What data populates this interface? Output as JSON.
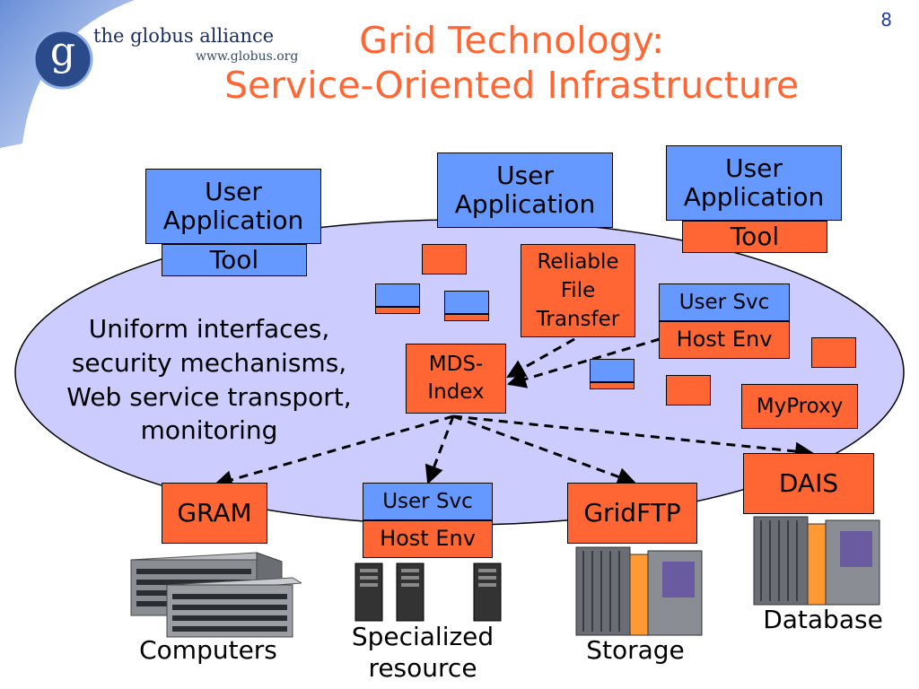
{
  "slide_number": "8",
  "logo": {
    "text": "the globus alliance",
    "url": "www.globus.org",
    "letter": "g"
  },
  "title": {
    "line1": "Grid Technology:",
    "line2": "Service-Oriented Infrastructure"
  },
  "colors": {
    "title": "#ff6633",
    "box_blue": "#6699ff",
    "box_orange": "#ff6633",
    "ellipse": "#ccccff"
  },
  "ellipse_text": {
    "lines": [
      "Uniform interfaces,",
      "security mechanisms,",
      "Web service transport,",
      "monitoring"
    ]
  },
  "boxes": {
    "user_app_left": "User Application",
    "tool_left": "Tool",
    "user_app_middle": "User Application",
    "user_app_right": "User Application",
    "tool_right": "Tool",
    "reliable_file_transfer": "Reliable File Transfer",
    "user_svc_top": "User Svc",
    "host_env_top": "Host Env",
    "mds_index": "MDS-Index",
    "myproxy": "MyProxy",
    "gram": "GRAM",
    "user_svc_bottom": "User Svc",
    "host_env_bottom": "Host Env",
    "gridftp": "GridFTP",
    "dais": "DAIS"
  },
  "resources": {
    "computers": "Computers",
    "specialized_resource": "Specialized resource",
    "storage": "Storage",
    "database": "Database"
  }
}
